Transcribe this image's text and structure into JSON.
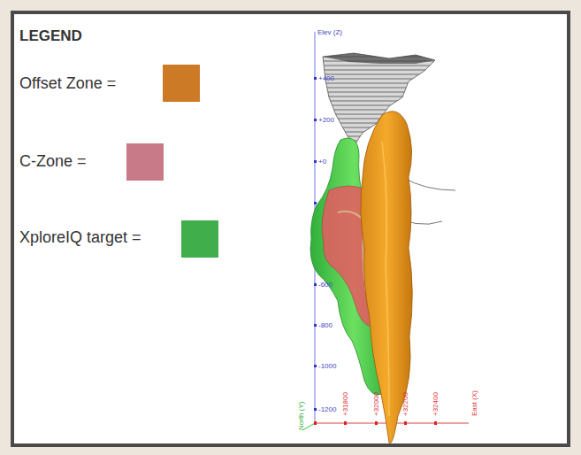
{
  "diagram": {
    "title": "LEGEND",
    "labels": [
      "Elev (Z)",
      "+400",
      "+200",
      "+0",
      "-600",
      "-800",
      "-1000",
      "-1200",
      "North (Y)",
      "+31800",
      "+32000",
      "+32200",
      "+32400",
      "East (X)"
    ],
    "legend": [
      {
        "text": "Offset Zone =",
        "color": "#cd7a26"
      },
      {
        "text": "C-Zone =",
        "color": "#c97a88"
      },
      {
        "text": "XploreIQ target =",
        "color": "#3fae4b"
      }
    ]
  }
}
